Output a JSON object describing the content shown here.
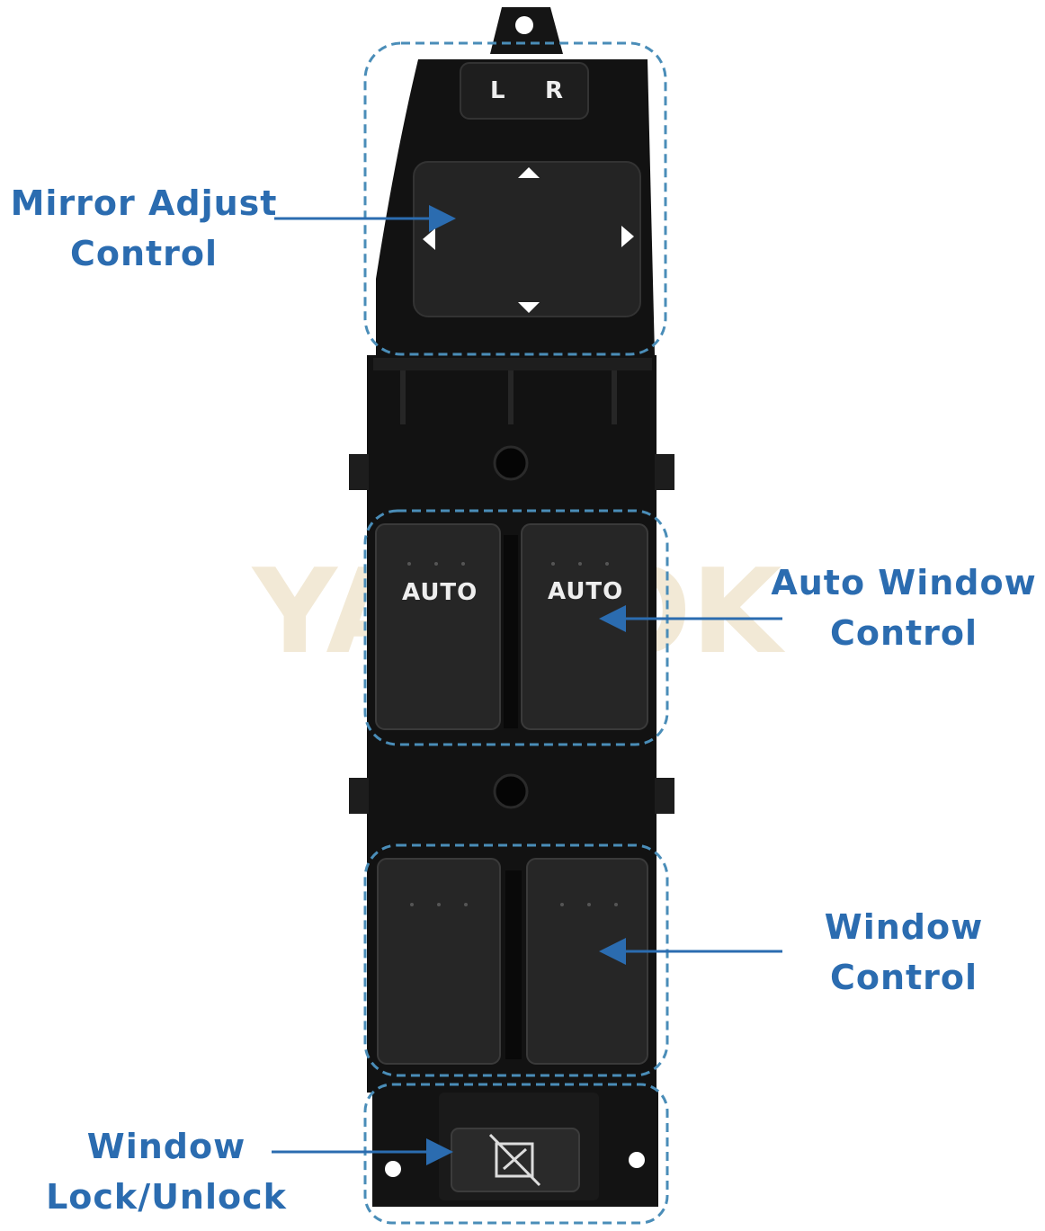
{
  "colors": {
    "callout_text": "#2b6cb0",
    "arrow": "#2b6cb0",
    "dashed_outline": "#4a8db8",
    "body": "#111111",
    "switch": "#222222",
    "watermark": "#e8dcc0"
  },
  "callouts": {
    "mirror": {
      "line1": "Mirror Adjust",
      "line2": "Control"
    },
    "auto_window": {
      "line1": "Auto Window",
      "line2": "Control"
    },
    "window": {
      "line1": "Window",
      "line2": "Control"
    },
    "lock": {
      "line1": "Window",
      "line2": "Lock/Unlock"
    }
  },
  "switch_labels": {
    "mirror_left": "L",
    "mirror_right": "R",
    "auto_left": "AUTO",
    "auto_right": "AUTO"
  },
  "watermark": "YAKZOK",
  "icons": [
    "mirror-select-switch",
    "mirror-pad-arrows-icon",
    "window-lock-icon"
  ]
}
